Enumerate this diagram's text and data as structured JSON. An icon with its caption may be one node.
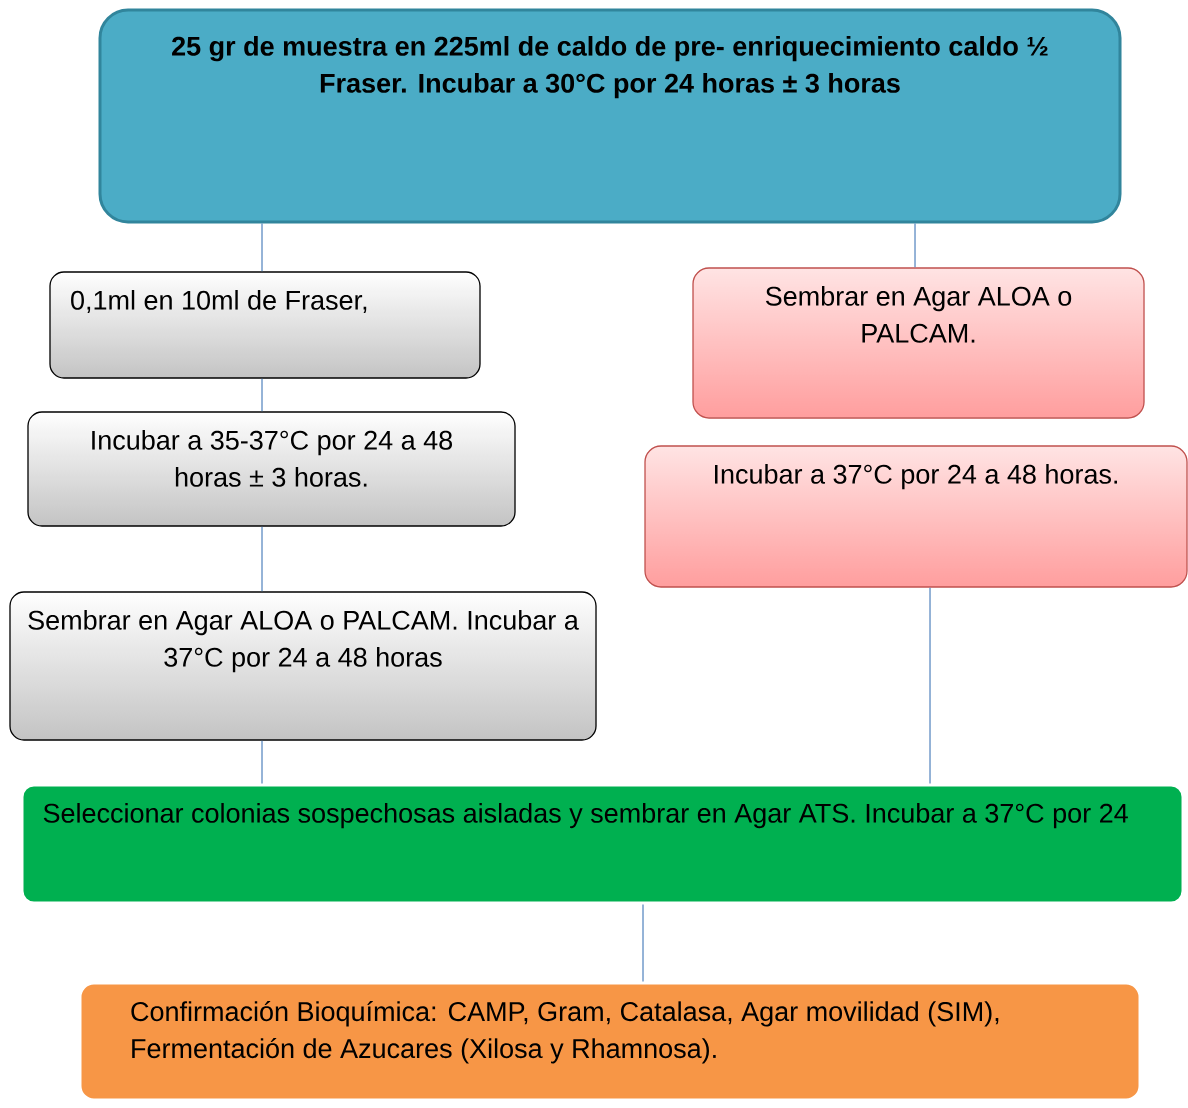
{
  "diagram": {
    "nodes": [
      {
        "text": [
          "25 gr de muestra en 225ml de caldo de pre- enriquecimiento caldo ½ Fraser. Incubar a 30°C por 24 horas ± 3 horas"
        ]
      },
      {
        "text": [
          "0,1ml en 10ml de Fraser,"
        ]
      },
      {
        "text": [
          "Incubar a 35-37°C por 24 a 48 horas ± 3 horas."
        ]
      },
      {
        "text": [
          "Sembrar en Agar ALOA o PALCAM. Incubar a 37°C por 24 a 48 horas"
        ]
      },
      {
        "text": [
          "Sembrar en Agar ALOA o PALCAM."
        ]
      },
      {
        "text": [
          "Incubar a 37°C por 24 a 48 horas."
        ]
      },
      {
        "text": [
          "Seleccionar colonias sospechosas aisladas y sembrar en Agar ATS. Incubar a 37°C por 24"
        ]
      },
      {
        "text": [
          "Confirmación Bioquímica: CAMP, Gram, Catalasa, Agar movilidad (SIM), Fermentación de Azucares (Xilosa y Rhamnosa)."
        ]
      }
    ],
    "edges": [
      {
        "from": 0,
        "to": 1,
        "arrow": "none"
      },
      {
        "from": 1,
        "to": 2,
        "arrow": "none"
      },
      {
        "from": 2,
        "to": 3,
        "arrow": "none"
      },
      {
        "from": 3,
        "to": 6,
        "arrow": "none"
      },
      {
        "from": 0,
        "to": 4,
        "arrow": "none"
      },
      {
        "from": 5,
        "to": 6,
        "arrow": "none"
      },
      {
        "from": 6,
        "to": 7,
        "arrow": "none"
      }
    ]
  }
}
